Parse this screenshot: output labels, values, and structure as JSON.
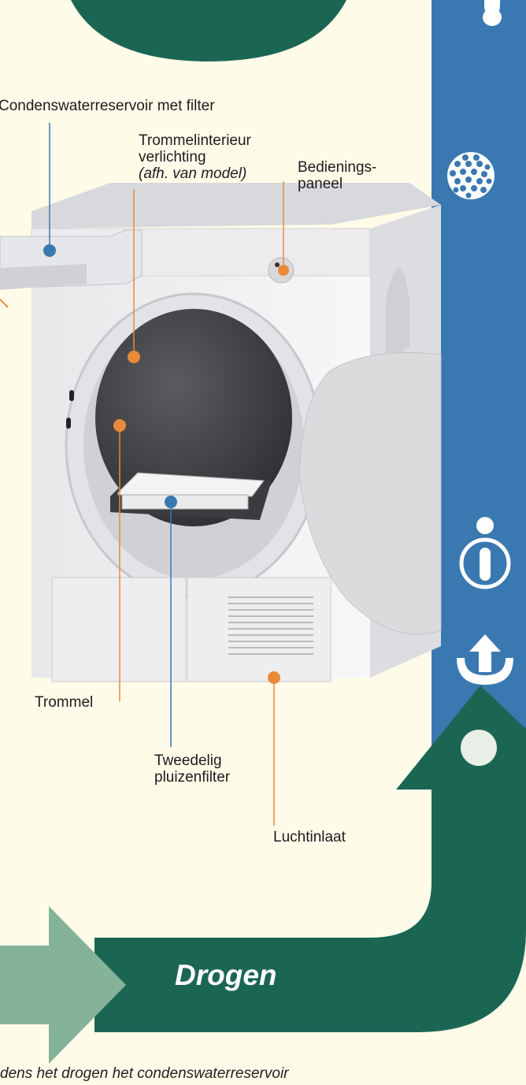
{
  "labels": {
    "reservoir": "Condenswaterreservoir met filter",
    "lighting_line1": "Trommelinterieur",
    "lighting_line2": "verlichting",
    "lighting_note": "(afh. van model)",
    "panel_line1": "Bedienings-",
    "panel_line2": "paneel",
    "drum": "Trommel",
    "filter_line1": "Tweedelig",
    "filter_line2": "pluizenfilter",
    "air_inlet": "Luchtinlaat"
  },
  "section_title": "Drogen",
  "caption": "dens het drogen het condenswaterreservoir",
  "sidebar_icons": [
    "water-drop-icon",
    "lint-filter-icon",
    "info-icon",
    "upload-icon"
  ],
  "colors": {
    "sidebar_blue": "#3a78b1",
    "dark_green": "#1b6653",
    "light_green": "#85b39a",
    "page_bg": "#fffbe9",
    "callout_orange": "#e88a3a",
    "callout_blue": "#3a78b1"
  }
}
